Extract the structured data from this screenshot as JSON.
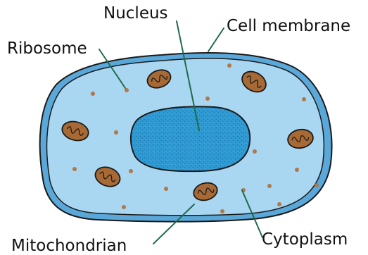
{
  "diagram": {
    "labels": {
      "nucleus": "Nucleus",
      "cell_membrane": "Cell membrane",
      "ribosome": "Ribosome",
      "mitochondrion": "Mitochondrian",
      "cytoplasm": "Cytoplasm"
    },
    "colors": {
      "cytoplasm_fill": "#a9d6f1",
      "membrane_fill": "#5aa8d9",
      "nucleus_fill": "#2f9ad3",
      "nucleus_speckle": "#1c78ad",
      "mitochondrion_fill": "#a86a35",
      "ribosome_fill": "#b07848",
      "leader_line": "#1f6b4a",
      "outline": "#1a1a1a"
    }
  }
}
